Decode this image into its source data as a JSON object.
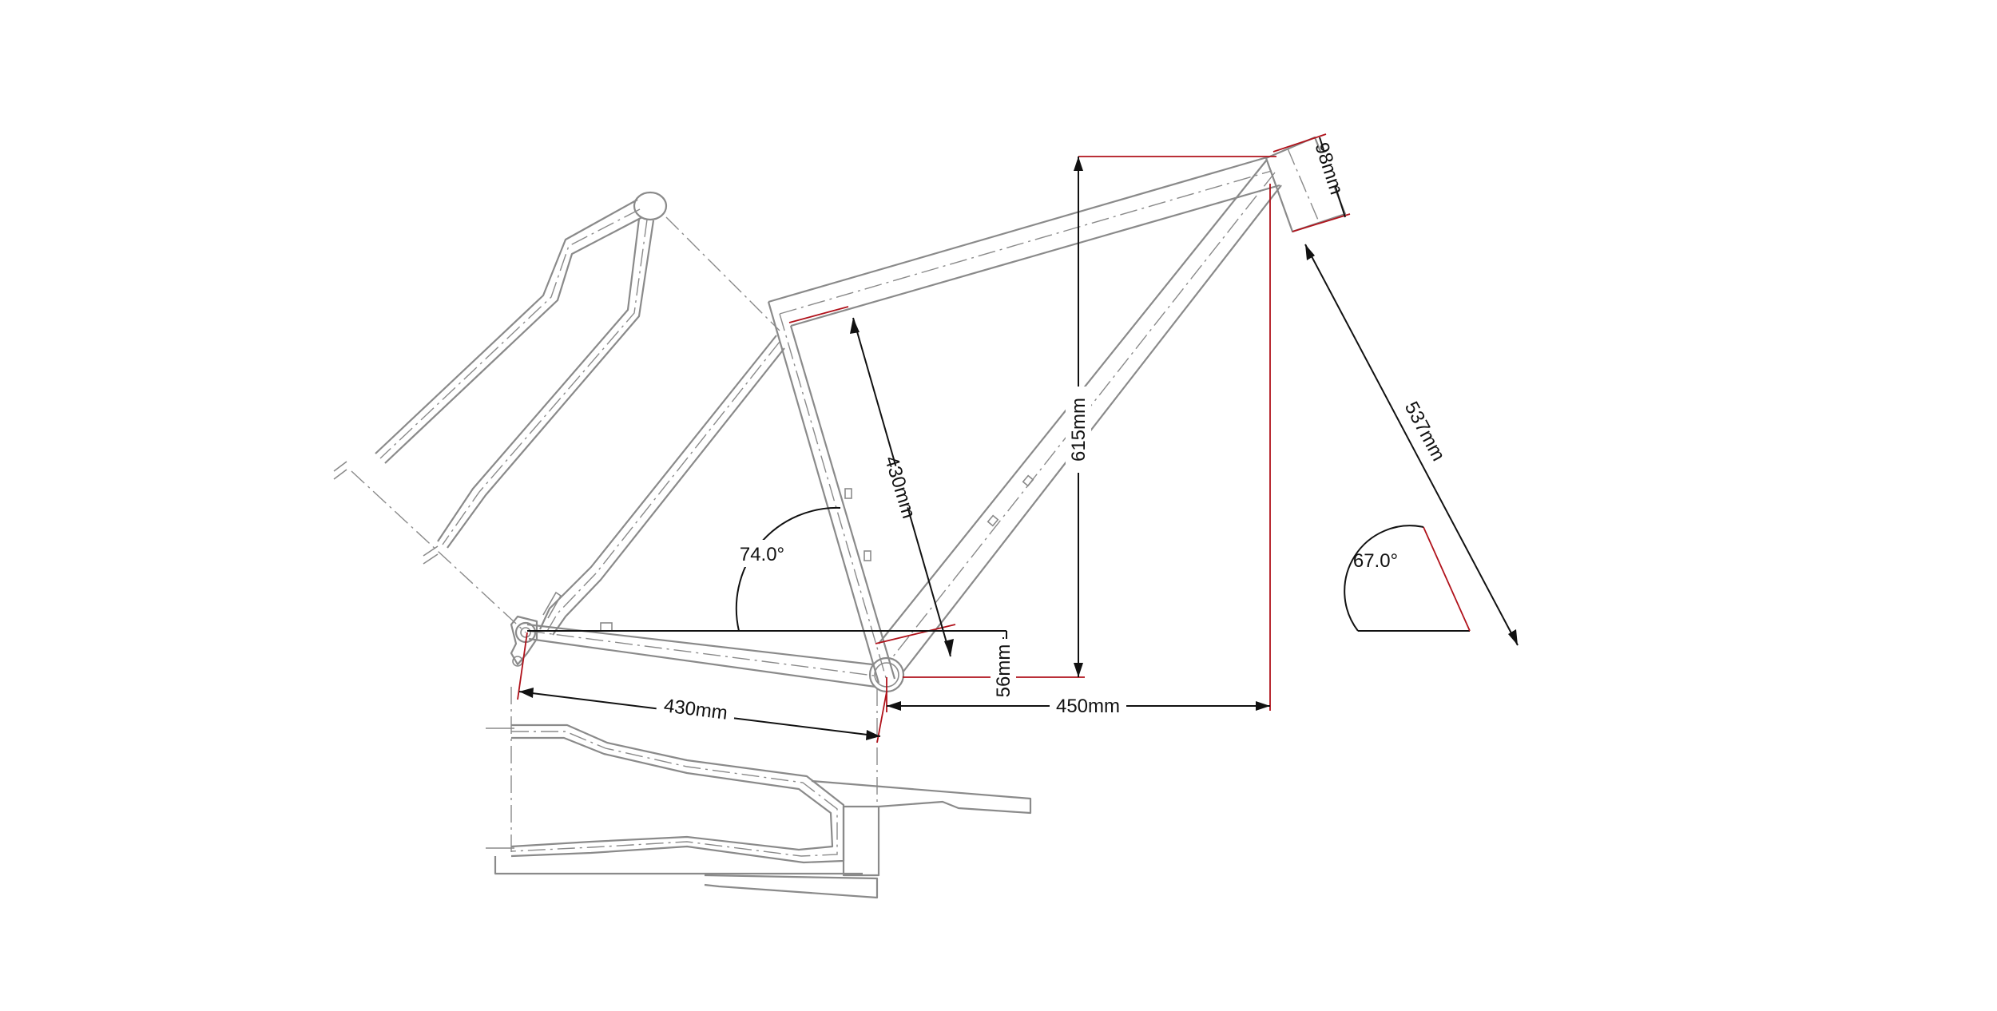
{
  "colors": {
    "frame": "#8a8a8a",
    "dimension": "#111111",
    "extension": "#b0121b",
    "background": "#ffffff"
  },
  "dimensions": {
    "seat_tube_length": "430mm",
    "stack": "615mm",
    "head_tube_length": "98mm",
    "top_tube_effective": "537mm",
    "chainstay_length": "430mm",
    "bb_drop": "56mm",
    "reach": "450mm"
  },
  "angles": {
    "seat_angle": "74.0°",
    "head_angle": "67.0°"
  }
}
